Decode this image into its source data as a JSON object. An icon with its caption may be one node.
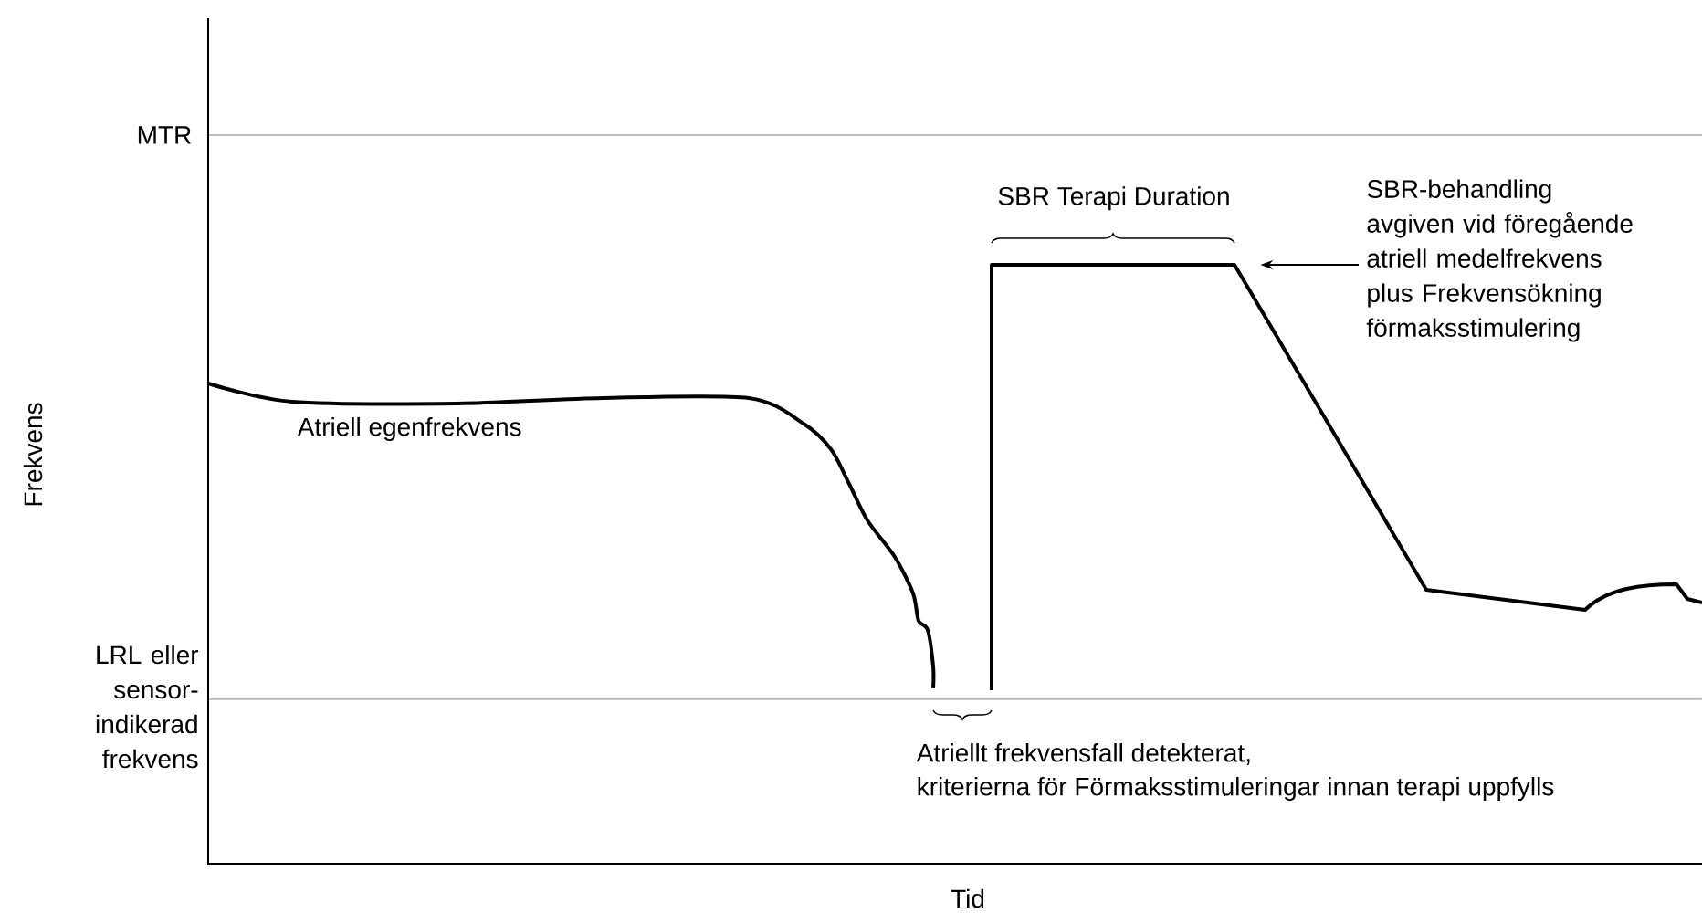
{
  "diagram": {
    "nodes": [
      {
        "text": [
          "SBR-behandling avgiven vid föregående atriell medelfrekvens plus Frekvensökning förmaksstimulering"
        ]
      },
      {
        "text": [],
        "shape": "line"
      }
    ],
    "edges": [
      {
        "from": 0,
        "to": 1,
        "arrow": "to"
      }
    ],
    "labels": [
      "MTR",
      "Frekvens",
      "Atriell egenfrekvens",
      "SBR Terapi Duration",
      "LRL eller sensor-indikerad frekvens",
      "Atriellt frekvensfall detekterat,",
      "kriterierna för Förmaksstimuleringar innan terapi uppfylls",
      "Tid"
    ]
  }
}
